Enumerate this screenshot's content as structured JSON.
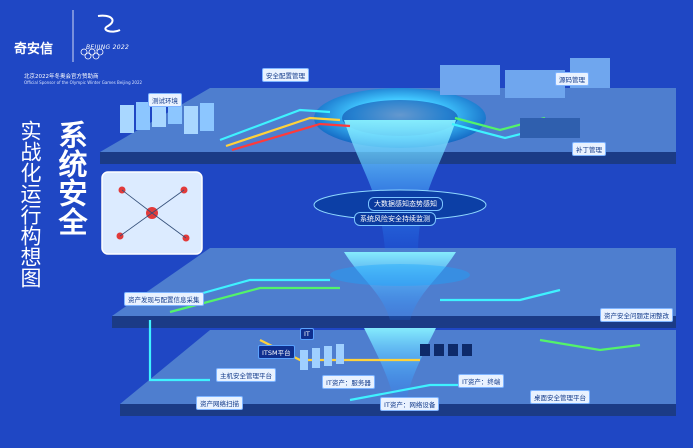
{
  "brand": {
    "logo_text": "奇安信",
    "beijing_mark": "BEIJING 2022",
    "sponsor_cn": "北京2022年冬奥会官方赞助商",
    "sponsor_en": "Official Sponsor of the Olympic Winter Games Beijing 2022"
  },
  "title": {
    "main": "系统安全",
    "sub": "实战化运行构想图"
  },
  "top_layer": {
    "test_env": "测试环境",
    "config_mgmt": "安全配置管理",
    "source_mgmt": "源码管理",
    "patch_mgmt": "补丁管理"
  },
  "middle_layer": {
    "center_top": "大数据感知态势感知",
    "center_bottom": "系统风险安全持续监测",
    "asset_discovery": "资产发现与配置信息采集",
    "asset_issue": "资产安全问题定闭整改"
  },
  "bottom_layer": {
    "itsm": "ITSM平台",
    "host_security": "主机安全管理平台",
    "it_server": "IT资产：服务器",
    "it_terminal": "IT资产：终端",
    "it_network": "IT资产：网络设备",
    "asset_scan": "资产网络扫描",
    "desktop_mgmt": "桌面安全管理平台",
    "it_label": "IT"
  },
  "colors": {
    "background": "#1f47c4",
    "platform_top": "#4e7ecf",
    "platform_side": "#2c5aa8",
    "accent_cyan": "#3ff2ff",
    "accent_yellow": "#ffd23a",
    "accent_red": "#ff3a3a",
    "accent_green": "#53f36a"
  },
  "icons": {
    "logo": "qianxin-logo",
    "games": "beijing-2022-emblem",
    "rings": "olympic-rings-icon"
  }
}
